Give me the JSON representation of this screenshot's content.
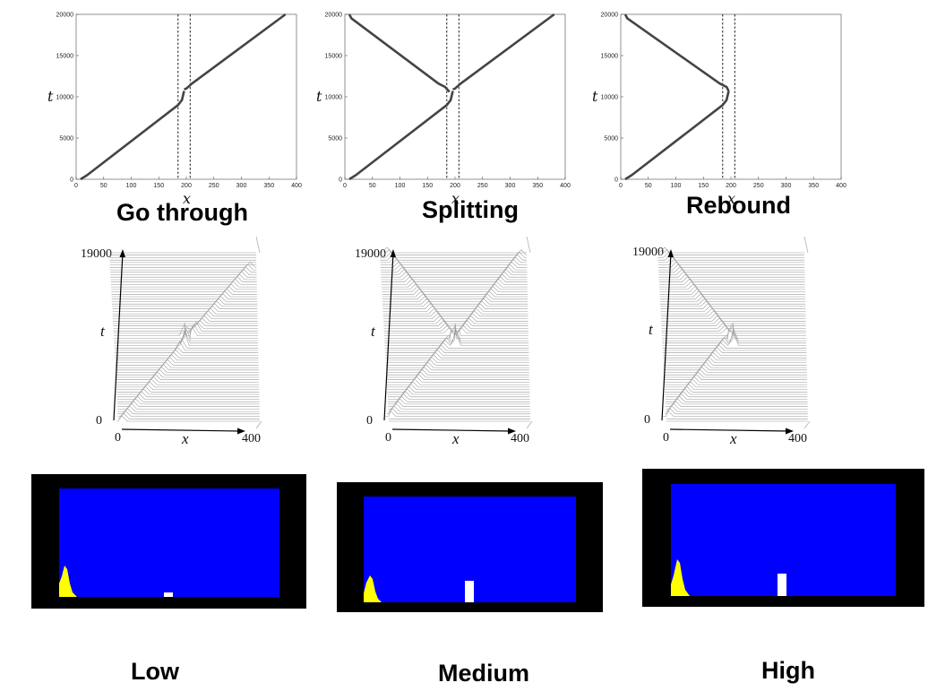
{
  "chart_data": [
    {
      "type": "line",
      "regime": "Go through",
      "xlabel": "x",
      "ylabel": "t",
      "xlim": [
        0,
        400
      ],
      "ylim": [
        0,
        20000
      ],
      "xticks": [
        "0",
        "50",
        "100",
        "150",
        "200",
        "250",
        "300",
        "350",
        "400"
      ],
      "yticks": [
        "0",
        "5000",
        "10000",
        "15000",
        "20000"
      ],
      "barrier_x": [
        185,
        207
      ],
      "series": [
        {
          "points": [
            [
              8,
              0
            ],
            [
              20,
              500
            ],
            [
              185,
              9000
            ],
            [
              192,
              9600
            ],
            [
              196,
              10700
            ]
          ]
        },
        {
          "points": [
            [
              196,
              10900
            ],
            [
              200,
              11000
            ],
            [
              210,
              11600
            ],
            [
              380,
              20000
            ]
          ]
        }
      ]
    },
    {
      "type": "line",
      "regime": "Splitting",
      "xlabel": "x",
      "ylabel": "t",
      "xlim": [
        0,
        400
      ],
      "ylim": [
        0,
        20000
      ],
      "xticks": [
        "0",
        "50",
        "100",
        "150",
        "200",
        "250",
        "300",
        "350",
        "400"
      ],
      "yticks": [
        "0",
        "5000",
        "10000",
        "15000",
        "20000"
      ],
      "barrier_x": [
        185,
        207
      ],
      "series": [
        {
          "points": [
            [
              8,
              0
            ],
            [
              20,
              500
            ],
            [
              185,
              9000
            ],
            [
              192,
              9600
            ],
            [
              196,
              10700
            ]
          ]
        },
        {
          "points": [
            [
              196,
              10900
            ],
            [
              200,
              11000
            ],
            [
              210,
              11600
            ],
            [
              380,
              20000
            ]
          ]
        },
        {
          "points": [
            [
              190,
              10600
            ],
            [
              182,
              11200
            ],
            [
              170,
              11600
            ],
            [
              12,
              19500
            ],
            [
              8,
              20000
            ]
          ]
        }
      ]
    },
    {
      "type": "line",
      "regime": "Rebound",
      "xlabel": "x",
      "ylabel": "t",
      "xlim": [
        0,
        400
      ],
      "ylim": [
        0,
        20000
      ],
      "xticks": [
        "0",
        "50",
        "100",
        "150",
        "200",
        "250",
        "300",
        "350",
        "400"
      ],
      "yticks": [
        "0",
        "5000",
        "10000",
        "15000",
        "20000"
      ],
      "barrier_x": [
        185,
        207
      ],
      "series": [
        {
          "points": [
            [
              8,
              0
            ],
            [
              20,
              500
            ],
            [
              185,
              9000
            ],
            [
              192,
              9600
            ],
            [
              196,
              10700
            ]
          ]
        },
        {
          "points": [
            [
              196,
              10700
            ],
            [
              192,
              11200
            ],
            [
              180,
              11600
            ],
            [
              12,
              19500
            ],
            [
              8,
              20000
            ]
          ]
        }
      ]
    }
  ],
  "captions": [
    "Go through",
    "Splitting",
    "Rebound"
  ],
  "waterfalls": [
    {
      "t_top": "19000",
      "t_zero": "0",
      "x_zero": "0",
      "x_end": "400",
      "t_label": "t",
      "x_label": "x",
      "mode": "through"
    },
    {
      "t_top": "19000",
      "t_zero": "0",
      "x_zero": "0",
      "x_end": "400",
      "t_label": "t",
      "x_label": "x",
      "mode": "split"
    },
    {
      "t_top": "19000",
      "t_zero": "0",
      "x_zero": "0",
      "x_end": "400",
      "t_label": "t",
      "x_label": "x",
      "mode": "rebound"
    }
  ],
  "simulations": [
    {
      "level": "Low",
      "barrier_height_fraction": 0.05
    },
    {
      "level": "Medium",
      "barrier_height_fraction": 0.2
    },
    {
      "level": "High",
      "barrier_height_fraction": 0.2
    }
  ],
  "colors": {
    "water": "#0000ff",
    "wave": "#ffff00",
    "barrier": "#ffffff",
    "frame": "#000000",
    "trace": "#444444"
  }
}
